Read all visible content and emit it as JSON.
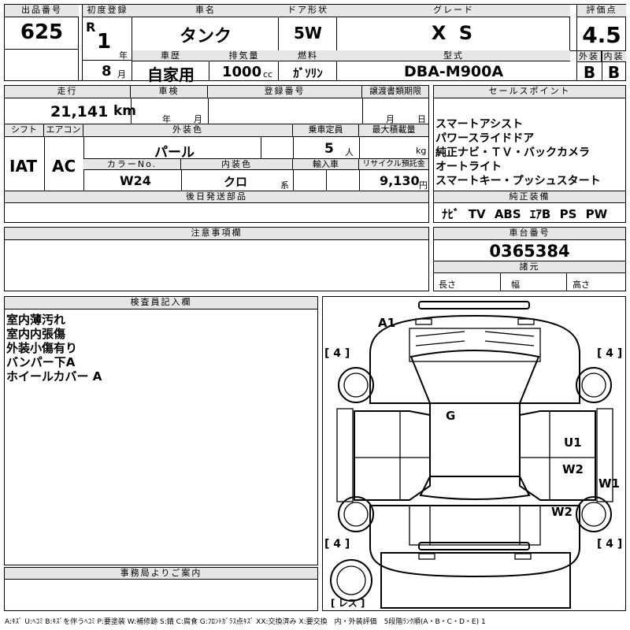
{
  "top": {
    "lot_label": "出品番号",
    "lot_no": "625",
    "first_reg_label": "初度登録",
    "era_mark": "R",
    "reg_year": "1",
    "year_unit": "年",
    "reg_month": "8",
    "month_unit": "月",
    "model_name_label": "車名",
    "model_name": "タンク",
    "door_label": "ドア形状",
    "door": "5W",
    "grade_label": "グレード",
    "grade": "X S",
    "score_label": "評価点",
    "score": "4.5",
    "exterior_label": "外装",
    "exterior": "B",
    "interior_label": "内装",
    "interior": "B",
    "history_label": "車歴",
    "history": "自家用",
    "displacement_label": "排気量",
    "displacement": "1000",
    "cc_unit": "cc",
    "fuel_label": "燃料",
    "fuel": "ｶﾞｿﾘﾝ",
    "type_label": "型式",
    "type": "DBA-M900A"
  },
  "mid": {
    "mileage_label": "走行",
    "mileage": "21,141",
    "km_unit": "km",
    "inspection_label": "車検",
    "year_unit": "年",
    "month_unit": "月",
    "plate_label": "登録番号",
    "transfer_label": "譲渡書類期限",
    "t_month_unit": "月",
    "t_day_unit": "日",
    "shift_label": "シフト",
    "shift": "IAT",
    "ac_label": "エアコン",
    "ac": "AC",
    "ext_color_label": "外装色",
    "ext_color": "パール",
    "capacity_label": "乗車定員",
    "capacity": "5",
    "person_unit": "人",
    "max_load_label": "最大積載量",
    "kg_unit": "kg",
    "color_no_label": "カラーNo.",
    "color_no": "W24",
    "int_color_label": "内装色",
    "int_color": "クロ",
    "kei_unit": "系",
    "import_label": "輸入車",
    "recycle_label": "リサイクル預託金",
    "recycle": "9,130",
    "yen_unit": "円",
    "later_parts_label": "後日発送部品"
  },
  "sales": {
    "label": "セールスポイント",
    "items": [
      "スマートアシスト",
      "パワースライドドア",
      "純正ナビ・ＴＶ・バックカメラ",
      "オートライト",
      "スマートキー・プッシュスタート"
    ]
  },
  "equip": {
    "label": "純正装備",
    "items": [
      "ﾅﾋﾞ",
      "TV",
      "ABS",
      "ｴｱB",
      "PS",
      "PW"
    ]
  },
  "notes": {
    "label": "注意事項欄"
  },
  "chassis": {
    "label": "車台番号",
    "number": "0365384",
    "spec_label": "諸元",
    "length_label": "長さ",
    "width_label": "幅",
    "height_label": "高さ"
  },
  "inspector": {
    "label": "検査員記入欄",
    "lines": [
      "室内薄汚れ",
      "室内内張傷",
      "外装小傷有り",
      "バンパー下A",
      "ホイールカバー A"
    ]
  },
  "office": {
    "label": "事務局よりご案内"
  },
  "diagram": {
    "marks": {
      "a1": "A1",
      "g": "G",
      "u1": "U1",
      "w2a": "W2",
      "w1": "W1",
      "w2b": "W2"
    },
    "tire_tl": "[ 4 ]",
    "tire_tr": "[ 4 ]",
    "tire_bl": "[ 4 ]",
    "tire_br": "[ 4 ]",
    "spare": "[ レス ]"
  },
  "legend": "A:ｷｽﾞ U:ﾍｺﾐ B:ｷｽﾞを伴うﾍｺﾐ P:要塗装 W:補修跡 S:錆 C:腐食 G:ﾌﾛﾝﾄｶﾞﾗｽ点ｷｽﾞ XX:交換済み X:要交換　内・外装評価　5段階ﾗﾝｸ順(A・B・C・D・E) 1"
}
